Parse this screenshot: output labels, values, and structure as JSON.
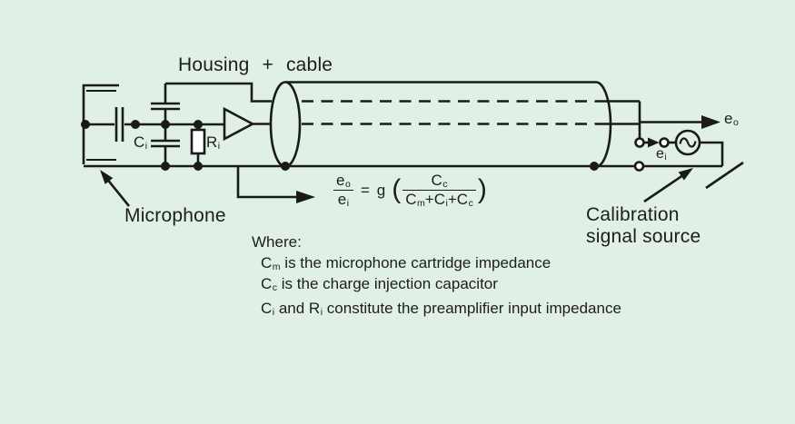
{
  "colors": {
    "background": "#e1f0e7",
    "line": "#1a1a18",
    "text": "#1d1d1b",
    "component_fill": "#ffffff"
  },
  "diagram": {
    "housing_cable_label": "Housing + cable",
    "microphone_label": "Microphone",
    "calibration_label_line1": "Calibration",
    "calibration_label_line2": "signal source",
    "labels": {
      "ci": [
        {
          "t": "C"
        },
        {
          "t": "i",
          "sub": true
        }
      ],
      "ri": [
        {
          "t": "R"
        },
        {
          "t": "i",
          "sub": true
        }
      ],
      "ei": [
        {
          "t": "e"
        },
        {
          "t": "i",
          "sub": true
        }
      ],
      "eo": [
        {
          "t": "e"
        },
        {
          "t": "o",
          "sub": true
        }
      ]
    }
  },
  "formula": {
    "lhs_num": [
      {
        "t": "e"
      },
      {
        "t": "o",
        "sub": true
      }
    ],
    "lhs_den": [
      {
        "t": "e"
      },
      {
        "t": "i",
        "sub": true
      }
    ],
    "equals": "=",
    "gain": "g",
    "open_paren": "(",
    "close_paren": ")",
    "rhs_num": [
      {
        "t": "C"
      },
      {
        "t": "c",
        "sub": true
      }
    ],
    "rhs_den": [
      {
        "t": "C"
      },
      {
        "t": "m",
        "sub": true
      },
      {
        "t": "+C"
      },
      {
        "t": "i",
        "sub": true
      },
      {
        "t": "+C"
      },
      {
        "t": "c",
        "sub": true
      }
    ]
  },
  "where": {
    "title": "Where:",
    "line1": [
      {
        "t": "C"
      },
      {
        "t": "m",
        "sub": true
      },
      {
        "t": " is the microphone cartridge impedance"
      }
    ],
    "line2": [
      {
        "t": "C"
      },
      {
        "t": "c",
        "sub": true
      },
      {
        "t": " is the charge injection capacitor"
      }
    ],
    "line3": [
      {
        "t": "C"
      },
      {
        "t": "i",
        "sub": true
      },
      {
        "t": " and R"
      },
      {
        "t": "i",
        "sub": true
      },
      {
        "t": " constitute the preamplifier input impedance"
      }
    ]
  }
}
